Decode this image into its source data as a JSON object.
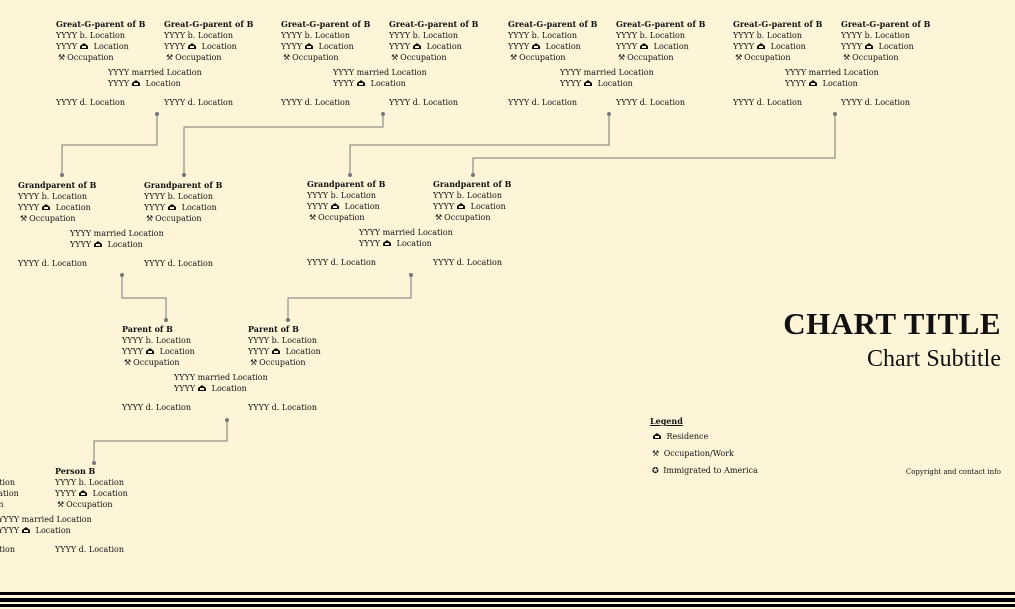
{
  "title": "CHART TITLE",
  "subtitle": "Chart Subtitle",
  "legend": {
    "heading": "Legend",
    "items": [
      {
        "icon": "residence-icon",
        "label": "Residence"
      },
      {
        "icon": "occupation-icon",
        "label": "Occupation/Work"
      },
      {
        "icon": "immigrated-icon",
        "label": "Immigrated to America"
      }
    ]
  },
  "copyright": "Copyright and contact info",
  "person_template": {
    "born": "YYYY b. Location",
    "res_year": "YYYY",
    "res_loc": "Location",
    "occupation": "Occupation",
    "died": "YYYY d. Location",
    "married": "YYYY married Location"
  },
  "couples": [
    {
      "generation": "great-grandparents",
      "left": "Great-G-parent of B",
      "right": "Great-G-parent of B"
    },
    {
      "generation": "great-grandparents",
      "left": "Great-G-parent of B",
      "right": "Great-G-parent of B"
    },
    {
      "generation": "great-grandparents",
      "left": "Great-G-parent of B",
      "right": "Great-G-parent of B"
    },
    {
      "generation": "great-grandparents",
      "left": "Great-G-parent of B",
      "right": "Great-G-parent of B"
    },
    {
      "generation": "grandparents",
      "left": "Grandparent of B",
      "right": "Grandparent of B"
    },
    {
      "generation": "grandparents",
      "left": "Grandparent of B",
      "right": "Grandparent of B"
    },
    {
      "generation": "parents",
      "left": "Parent of B",
      "right": "Parent of B"
    },
    {
      "generation": "self",
      "left": "",
      "right": "Person B"
    }
  ]
}
